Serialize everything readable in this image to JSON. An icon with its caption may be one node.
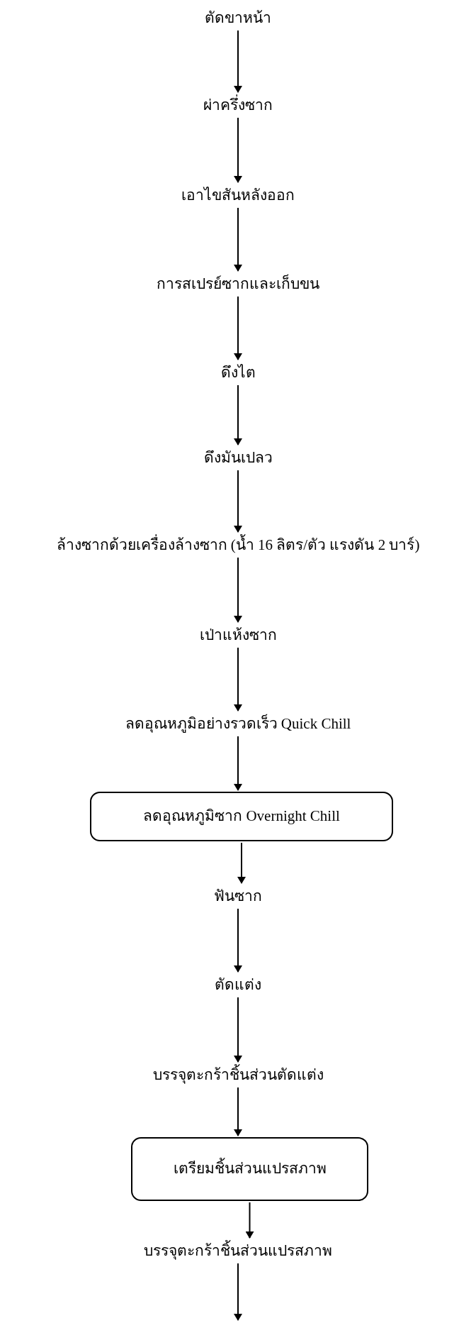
{
  "diagram": {
    "nodes": [
      {
        "text": [
          "ตัดขาหน้า"
        ]
      },
      {
        "text": [
          "ผ่าครึ่งซาก"
        ]
      },
      {
        "text": [
          "เอาไขสันหลังออก"
        ]
      },
      {
        "text": [
          "การสเปรย์ซากและเก็บขน"
        ]
      },
      {
        "text": [
          "ดึงไต"
        ]
      },
      {
        "text": [
          "ดึงมันเปลว"
        ]
      },
      {
        "text": [
          "ล้างซากด้วยเครื่องล้างซาก (น้ำ 16 ลิตร/ตัว  แรงดัน 2 บาร์)"
        ]
      },
      {
        "text": [
          "เป่าแห้งซาก"
        ]
      },
      {
        "text": [
          "ลดอุณหภูมิอย่างรวดเร็ว Quick Chill"
        ]
      },
      {
        "text": [
          "ลดอุณหภูมิซาก Overnight  Chill"
        ]
      },
      {
        "text": [
          "ฟันซาก"
        ]
      },
      {
        "text": [
          "ตัดแต่ง"
        ]
      },
      {
        "text": [
          "บรรจุตะกร้าชิ้นส่วนตัดแต่ง"
        ]
      },
      {
        "text": [
          "เตรียมชิ้นส่วนแปรสภาพ"
        ]
      },
      {
        "text": [
          "บรรจุตะกร้าชิ้นส่วนแปรสภาพ"
        ]
      }
    ],
    "edges": [
      {
        "from": 0,
        "to": 1,
        "arrow": "to"
      },
      {
        "from": 1,
        "to": 2,
        "arrow": "to"
      },
      {
        "from": 2,
        "to": 3,
        "arrow": "to"
      },
      {
        "from": 3,
        "to": 4,
        "arrow": "to"
      },
      {
        "from": 4,
        "to": 5,
        "arrow": "to"
      },
      {
        "from": 5,
        "to": 6,
        "arrow": "to"
      },
      {
        "from": 6,
        "to": 7,
        "arrow": "to"
      },
      {
        "from": 7,
        "to": 8,
        "arrow": "to"
      },
      {
        "from": 8,
        "to": 9,
        "arrow": "to"
      },
      {
        "from": 9,
        "to": 10,
        "arrow": "to"
      },
      {
        "from": 10,
        "to": 11,
        "arrow": "to"
      },
      {
        "from": 11,
        "to": 12,
        "arrow": "to"
      },
      {
        "from": 12,
        "to": 13,
        "arrow": "to"
      },
      {
        "from": 13,
        "to": 14,
        "arrow": "to"
      },
      {
        "from": 14,
        "to": null,
        "arrow": "to"
      }
    ]
  }
}
